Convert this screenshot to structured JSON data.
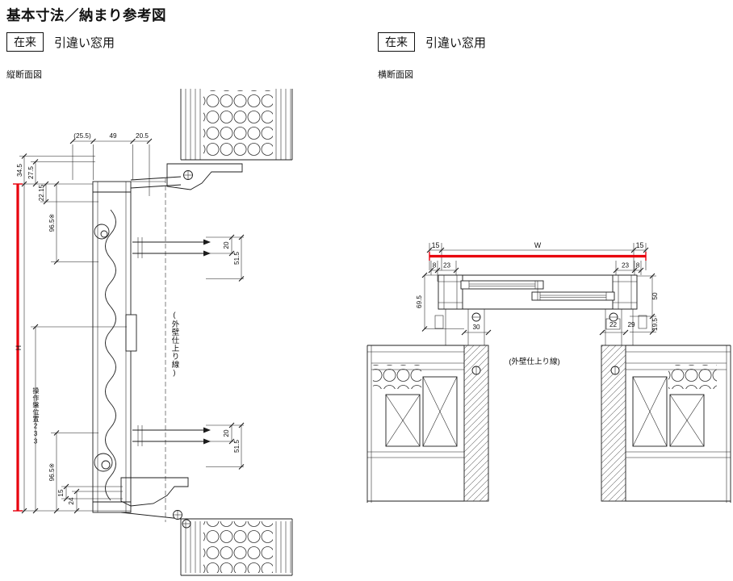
{
  "page": {
    "title": "基本寸法／納まり参考図"
  },
  "colors": {
    "accent_red": "#e8000d",
    "line": "#1c1c1c"
  },
  "left": {
    "badge": "在来",
    "subtitle": "引違い窓用",
    "caption": "縦断面図",
    "finish_line_label": "(外壁仕上り線)",
    "dims": {
      "top_offset": "(25.5)",
      "top_frame": "49",
      "top_outer": "20.5",
      "d34_5": "34.5",
      "d27_5": "27.5",
      "d22_15": "22.15",
      "d96_5_top": "96.5※",
      "height": "H",
      "panel_position": "操作盤位置233",
      "d96_5_bottom": "96.5※",
      "d15": "15",
      "d24": "24",
      "anchor_top_20": "20",
      "anchor_top_51_5": "51.5",
      "anchor_bottom_20": "20",
      "anchor_bottom_51_5": "51.5"
    }
  },
  "right": {
    "badge": "在来",
    "subtitle": "引違い窓用",
    "caption": "横断面図",
    "finish_line_label": "(外壁仕上り線)",
    "dims": {
      "margin_left": "15",
      "width": "W",
      "margin_right": "15",
      "d8_left": "8",
      "d23_left": "23",
      "d23_right": "23",
      "d8_right": "8",
      "d69_5": "69.5",
      "d50": "50",
      "d19_5": "19.5",
      "d30": "30",
      "d22": "22",
      "d29": "29"
    }
  }
}
